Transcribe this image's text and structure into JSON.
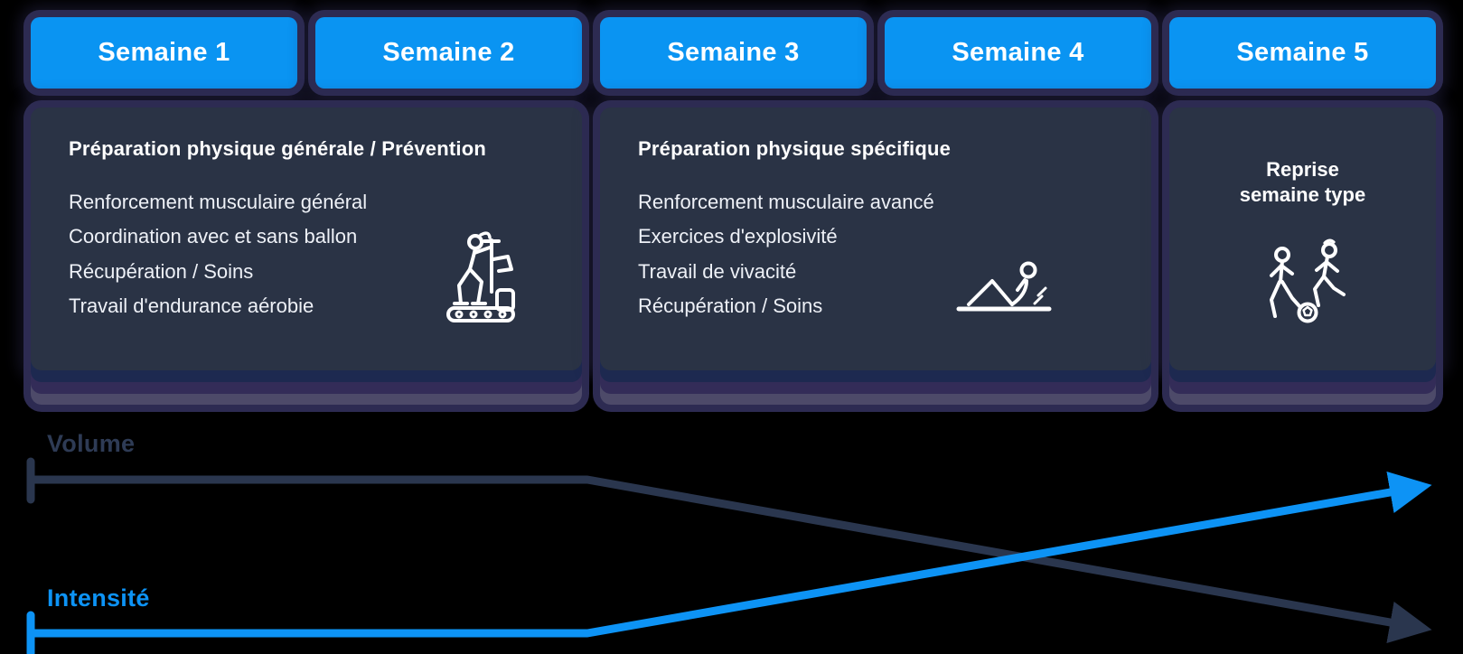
{
  "weeks": [
    "Semaine 1",
    "Semaine 2",
    "Semaine 3",
    "Semaine 4",
    "Semaine 5"
  ],
  "cards": [
    {
      "title": "Préparation physique générale / Prévention",
      "items": [
        "Renforcement musculaire général",
        "Coordination avec et sans ballon",
        "Récupération / Soins",
        "Travail d'endurance aérobie"
      ],
      "icon": "elliptical-trainer-icon",
      "spans_weeks": "Semaine 1 – Semaine 2"
    },
    {
      "title": "Préparation physique spécifique",
      "items": [
        "Renforcement musculaire avancé",
        "Exercices d'explosivité",
        "Travail de vivacité",
        "Récupération / Soins"
      ],
      "icon": "situps-icon",
      "spans_weeks": "Semaine 3 – Semaine 4"
    },
    {
      "title_lines": [
        "Reprise",
        "semaine type"
      ],
      "items": [],
      "icon": "soccer-players-icon",
      "spans_weeks": "Semaine 5"
    }
  ],
  "trends": {
    "volume": {
      "label": "Volume",
      "shape": "flat then decreasing",
      "color": "#2A364E"
    },
    "intensity": {
      "label": "Intensité",
      "shape": "flat then increasing",
      "color": "#0D93F5"
    }
  },
  "colors": {
    "background": "#000000",
    "week_header_blue": "#0A94F2",
    "card_background": "#2A3345",
    "outline_glow": "#2D2B52",
    "stack_band_1": "#1D2950",
    "stack_band_2": "#332C58",
    "stack_band_3": "#4D4A69",
    "text_white": "#FFFFFF",
    "volume_dark": "#2A364E",
    "intensity_blue": "#0D93F5"
  }
}
